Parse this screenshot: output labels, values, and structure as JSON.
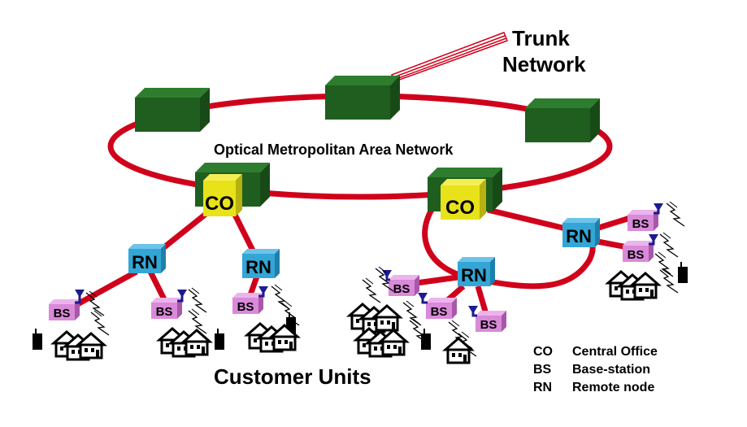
{
  "trunk_label_line1": "Trunk",
  "trunk_label_line2": "Network",
  "man_label": "Optical Metropolitan Area Network",
  "customer_label": "Customer Units",
  "co_label": "CO",
  "rn_label": "RN",
  "bs_label": "BS",
  "legend": [
    {
      "abbr": "CO",
      "desc": "Central Office"
    },
    {
      "abbr": "BS",
      "desc": "Base-station"
    },
    {
      "abbr": "RN",
      "desc": "Remote node"
    }
  ],
  "colors": {
    "fiber": "#d0021b",
    "node_green": "#1f5e1f",
    "co_yellow": "#e8e21a",
    "rn_blue": "#33a6d6",
    "bs_pink": "#d98ad9",
    "antenna": "#1d1b8f"
  }
}
